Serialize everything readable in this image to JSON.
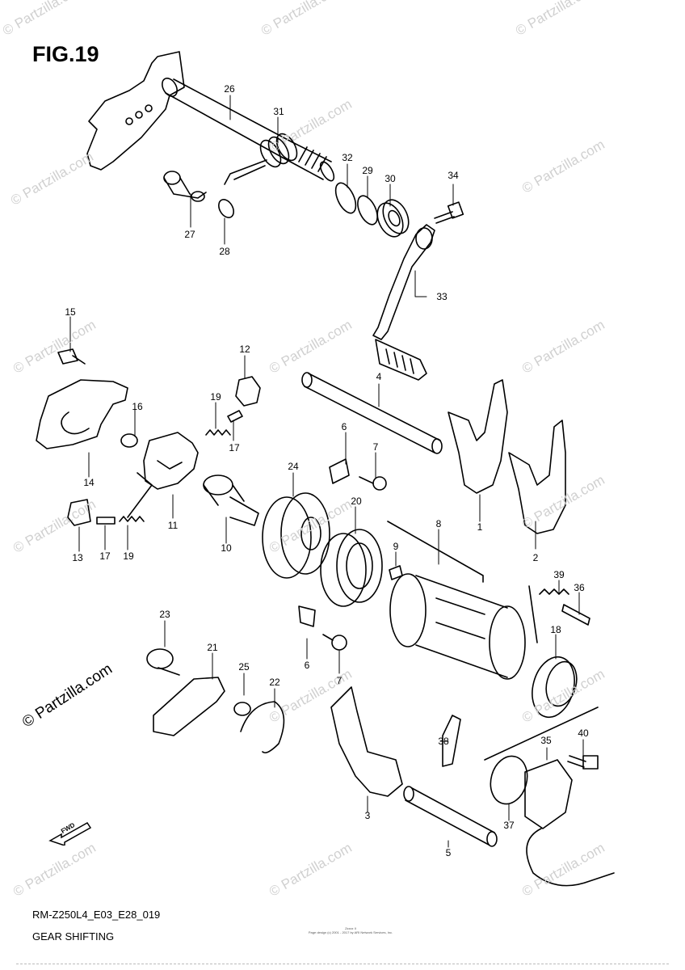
{
  "figure": {
    "title": "FIG.19",
    "model_code": "RM-Z250L4_E03_E28_019",
    "section_name": "GEAR SHIFTING",
    "direction_label": "FWD",
    "copyright_line1": "Zzzzz II",
    "copyright_line2": "Page design (c) 2001 - 2017 by ARI Network Services, Inc."
  },
  "watermark": {
    "text": "© Partzilla.com",
    "side_text": "© Partzilla.com"
  },
  "callouts": [
    {
      "id": "c26",
      "label": "26"
    },
    {
      "id": "c31",
      "label": "31"
    },
    {
      "id": "c32",
      "label": "32"
    },
    {
      "id": "c29",
      "label": "29"
    },
    {
      "id": "c30",
      "label": "30"
    },
    {
      "id": "c34",
      "label": "34"
    },
    {
      "id": "c27",
      "label": "27"
    },
    {
      "id": "c28",
      "label": "28"
    },
    {
      "id": "c33",
      "label": "33"
    },
    {
      "id": "c15",
      "label": "15"
    },
    {
      "id": "c12",
      "label": "12"
    },
    {
      "id": "c4",
      "label": "4"
    },
    {
      "id": "c16",
      "label": "16"
    },
    {
      "id": "c19a",
      "label": "19"
    },
    {
      "id": "c17a",
      "label": "17"
    },
    {
      "id": "c6a",
      "label": "6"
    },
    {
      "id": "c7a",
      "label": "7"
    },
    {
      "id": "c24",
      "label": "24"
    },
    {
      "id": "c14",
      "label": "14"
    },
    {
      "id": "c20",
      "label": "20"
    },
    {
      "id": "c8",
      "label": "8"
    },
    {
      "id": "c11",
      "label": "11"
    },
    {
      "id": "c10",
      "label": "10"
    },
    {
      "id": "c1",
      "label": "1"
    },
    {
      "id": "c9",
      "label": "9"
    },
    {
      "id": "c2",
      "label": "2"
    },
    {
      "id": "c13",
      "label": "13"
    },
    {
      "id": "c17b",
      "label": "17"
    },
    {
      "id": "c19b",
      "label": "19"
    },
    {
      "id": "c39",
      "label": "39"
    },
    {
      "id": "c36",
      "label": "36"
    },
    {
      "id": "c23",
      "label": "23"
    },
    {
      "id": "c18",
      "label": "18"
    },
    {
      "id": "c21",
      "label": "21"
    },
    {
      "id": "c25",
      "label": "25"
    },
    {
      "id": "c6b",
      "label": "6"
    },
    {
      "id": "c22",
      "label": "22"
    },
    {
      "id": "c7b",
      "label": "7"
    },
    {
      "id": "c38",
      "label": "38"
    },
    {
      "id": "c35",
      "label": "35"
    },
    {
      "id": "c40",
      "label": "40"
    },
    {
      "id": "c3",
      "label": "3"
    },
    {
      "id": "c37",
      "label": "37"
    },
    {
      "id": "c5",
      "label": "5"
    }
  ]
}
